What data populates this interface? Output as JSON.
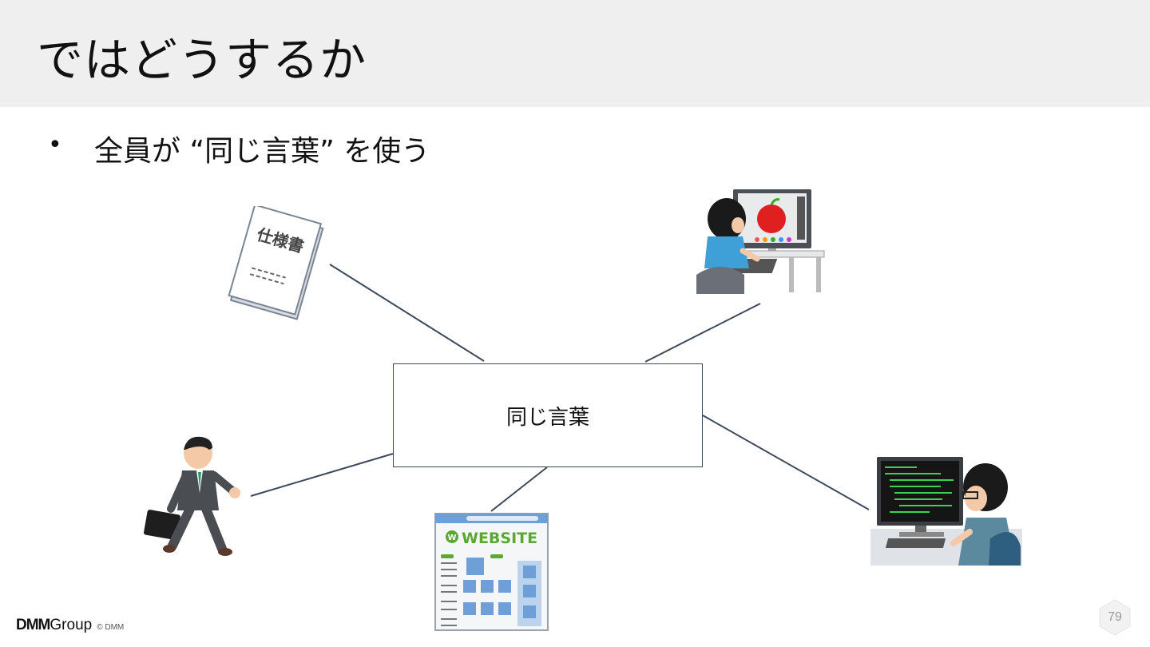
{
  "slide": {
    "title": "ではどうするか",
    "bullet": "全員が “同じ言葉” を使う",
    "bullet_marker": "•",
    "center_label": "同じ言葉",
    "page_number": "79"
  },
  "illustrations": {
    "spec_doc_text": "仕様書",
    "spec_doc_icon": "spec-document-icon",
    "designer_icon": "designer-at-computer-icon",
    "businessman_icon": "running-businessman-icon",
    "website_text": "WEBSITE",
    "website_icon": "website-mockup-icon",
    "programmer_icon": "programmer-at-computer-icon"
  },
  "footer": {
    "logo_dmm": "DMM",
    "logo_group": "Group",
    "copyright": "© DMM"
  },
  "colors": {
    "header_bg": "#efefef",
    "line": "#3d4a5c",
    "website_green": "#5aa832",
    "website_blue": "#6e9fd6"
  }
}
